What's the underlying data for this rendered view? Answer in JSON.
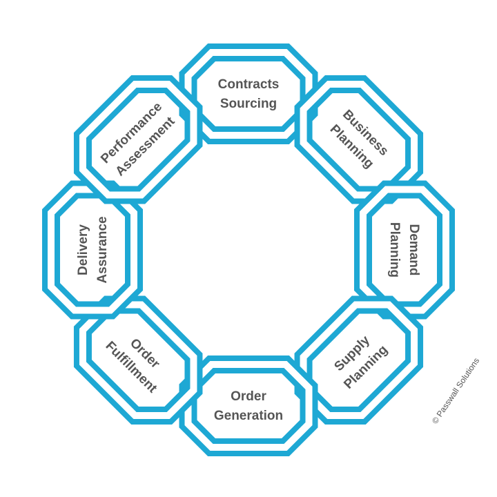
{
  "colors": {
    "link_stroke": "#1ea8d4",
    "text": "#555555",
    "background": "#ffffff"
  },
  "links": [
    {
      "id": "contracts-sourcing",
      "line1": "Contracts",
      "line2": "Sourcing"
    },
    {
      "id": "business-planning",
      "line1": "Business",
      "line2": "Planning"
    },
    {
      "id": "demand-planning",
      "line1": "Demand",
      "line2": "Planning"
    },
    {
      "id": "supply-planning",
      "line1": "Supply",
      "line2": "Planning"
    },
    {
      "id": "order-generation",
      "line1": "Order",
      "line2": "Generation"
    },
    {
      "id": "order-fulfillment",
      "line1": "Order",
      "line2": "Fulfillment"
    },
    {
      "id": "delivery-assurance",
      "line1": "Delivery",
      "line2": "Assurance"
    },
    {
      "id": "performance-assessment",
      "line1": "Performance",
      "line2": "Assessment"
    }
  ],
  "copyright": "© Passwall Solutions"
}
